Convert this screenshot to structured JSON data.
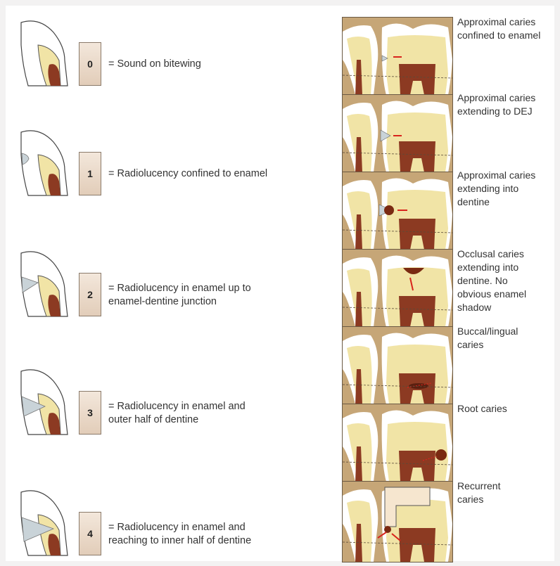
{
  "scores": [
    {
      "score": "0",
      "text": [
        "= Sound on bitewing"
      ]
    },
    {
      "score": "1",
      "text": [
        "= Radiolucency confined to enamel"
      ]
    },
    {
      "score": "2",
      "text": [
        "= Radiolucency in enamel up to",
        "enamel-dentine junction"
      ]
    },
    {
      "score": "3",
      "text": [
        "= Radiolucency in enamel and",
        "outer half of dentine"
      ]
    },
    {
      "score": "4",
      "text": [
        "= Radiolucency in enamel and",
        "reaching to inner half of dentine"
      ]
    }
  ],
  "caries_types": [
    {
      "lines": [
        "Approximal caries",
        "confined to enamel"
      ]
    },
    {
      "lines": [
        "Approximal caries",
        "extending to DEJ"
      ]
    },
    {
      "lines": [
        "Approximal caries",
        "extending into",
        "dentine"
      ]
    },
    {
      "lines": [
        "Occlusal caries",
        "extending into",
        "dentine. No",
        "obvious enamel",
        "shadow"
      ]
    },
    {
      "lines": [
        "Buccal/lingual",
        "caries"
      ]
    },
    {
      "lines": [
        "Root caries"
      ]
    },
    {
      "lines": [
        "Recurrent",
        "caries"
      ]
    }
  ],
  "colors": {
    "enamel": "#ffffff",
    "dentine": "#f1e4a6",
    "pulp": "#8c3a22",
    "lesion_light": "#c9d3d8",
    "lesion_dark": "#7a2a12",
    "bone": "#c6a677",
    "score_box": "#ead9c8",
    "caries_mark": "#d8241c"
  }
}
